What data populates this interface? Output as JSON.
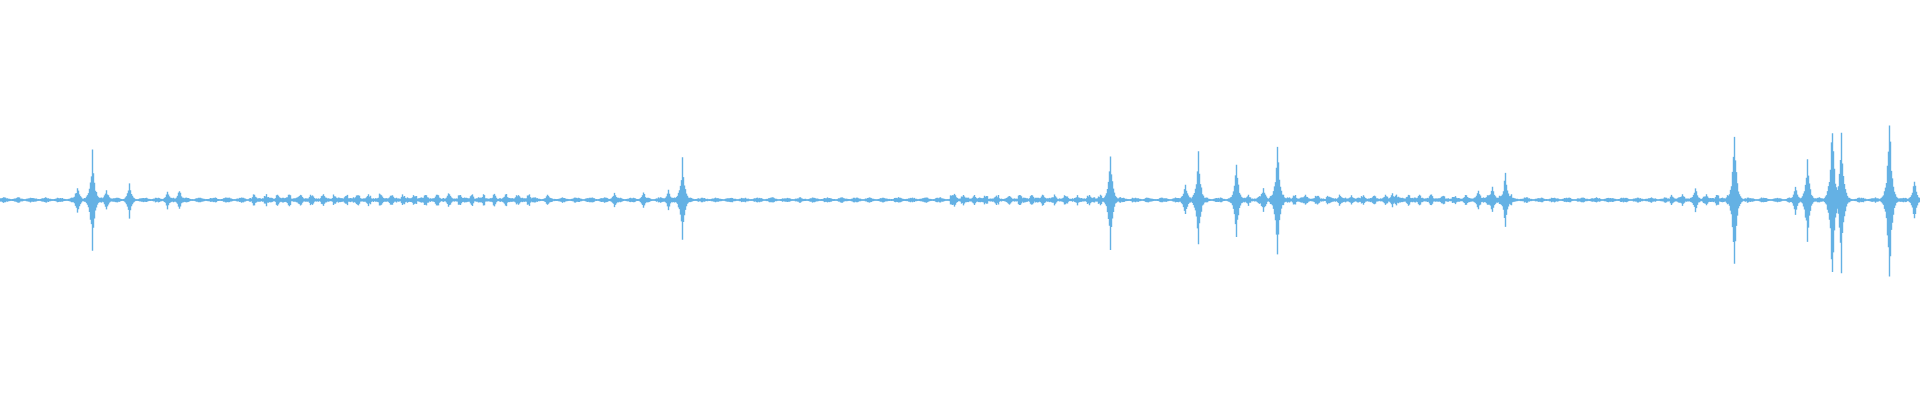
{
  "waveform": {
    "color": "#64b1e4",
    "background": "#ffffff",
    "noise_level": 0.03,
    "spikes": [
      {
        "t": 0.04,
        "a": 0.17
      },
      {
        "t": 0.048,
        "a": 0.52
      },
      {
        "t": 0.055,
        "a": 0.12
      },
      {
        "t": 0.067,
        "a": 0.19
      },
      {
        "t": 0.087,
        "a": 0.1
      },
      {
        "t": 0.093,
        "a": 0.12
      },
      {
        "t": 0.285,
        "a": 0.07
      },
      {
        "t": 0.32,
        "a": 0.09
      },
      {
        "t": 0.335,
        "a": 0.1
      },
      {
        "t": 0.348,
        "a": 0.12
      },
      {
        "t": 0.355,
        "a": 0.47
      },
      {
        "t": 0.497,
        "a": 0.09
      },
      {
        "t": 0.578,
        "a": 0.53
      },
      {
        "t": 0.617,
        "a": 0.2
      },
      {
        "t": 0.624,
        "a": 0.52
      },
      {
        "t": 0.644,
        "a": 0.43
      },
      {
        "t": 0.658,
        "a": 0.16
      },
      {
        "t": 0.665,
        "a": 0.64
      },
      {
        "t": 0.725,
        "a": 0.08
      },
      {
        "t": 0.77,
        "a": 0.12
      },
      {
        "t": 0.777,
        "a": 0.17
      },
      {
        "t": 0.784,
        "a": 0.32
      },
      {
        "t": 0.883,
        "a": 0.15
      },
      {
        "t": 0.903,
        "a": 0.74
      },
      {
        "t": 0.935,
        "a": 0.17
      },
      {
        "t": 0.941,
        "a": 0.46
      },
      {
        "t": 0.954,
        "a": 0.98
      },
      {
        "t": 0.959,
        "a": 0.77
      },
      {
        "t": 0.984,
        "a": 0.99
      },
      {
        "t": 0.997,
        "a": 0.25
      }
    ],
    "bursts": [
      {
        "from": 0.13,
        "to": 0.28,
        "a": 0.07
      },
      {
        "from": 0.495,
        "to": 0.58,
        "a": 0.06
      },
      {
        "from": 0.64,
        "to": 0.79,
        "a": 0.06
      },
      {
        "from": 0.87,
        "to": 0.905,
        "a": 0.07
      }
    ]
  }
}
